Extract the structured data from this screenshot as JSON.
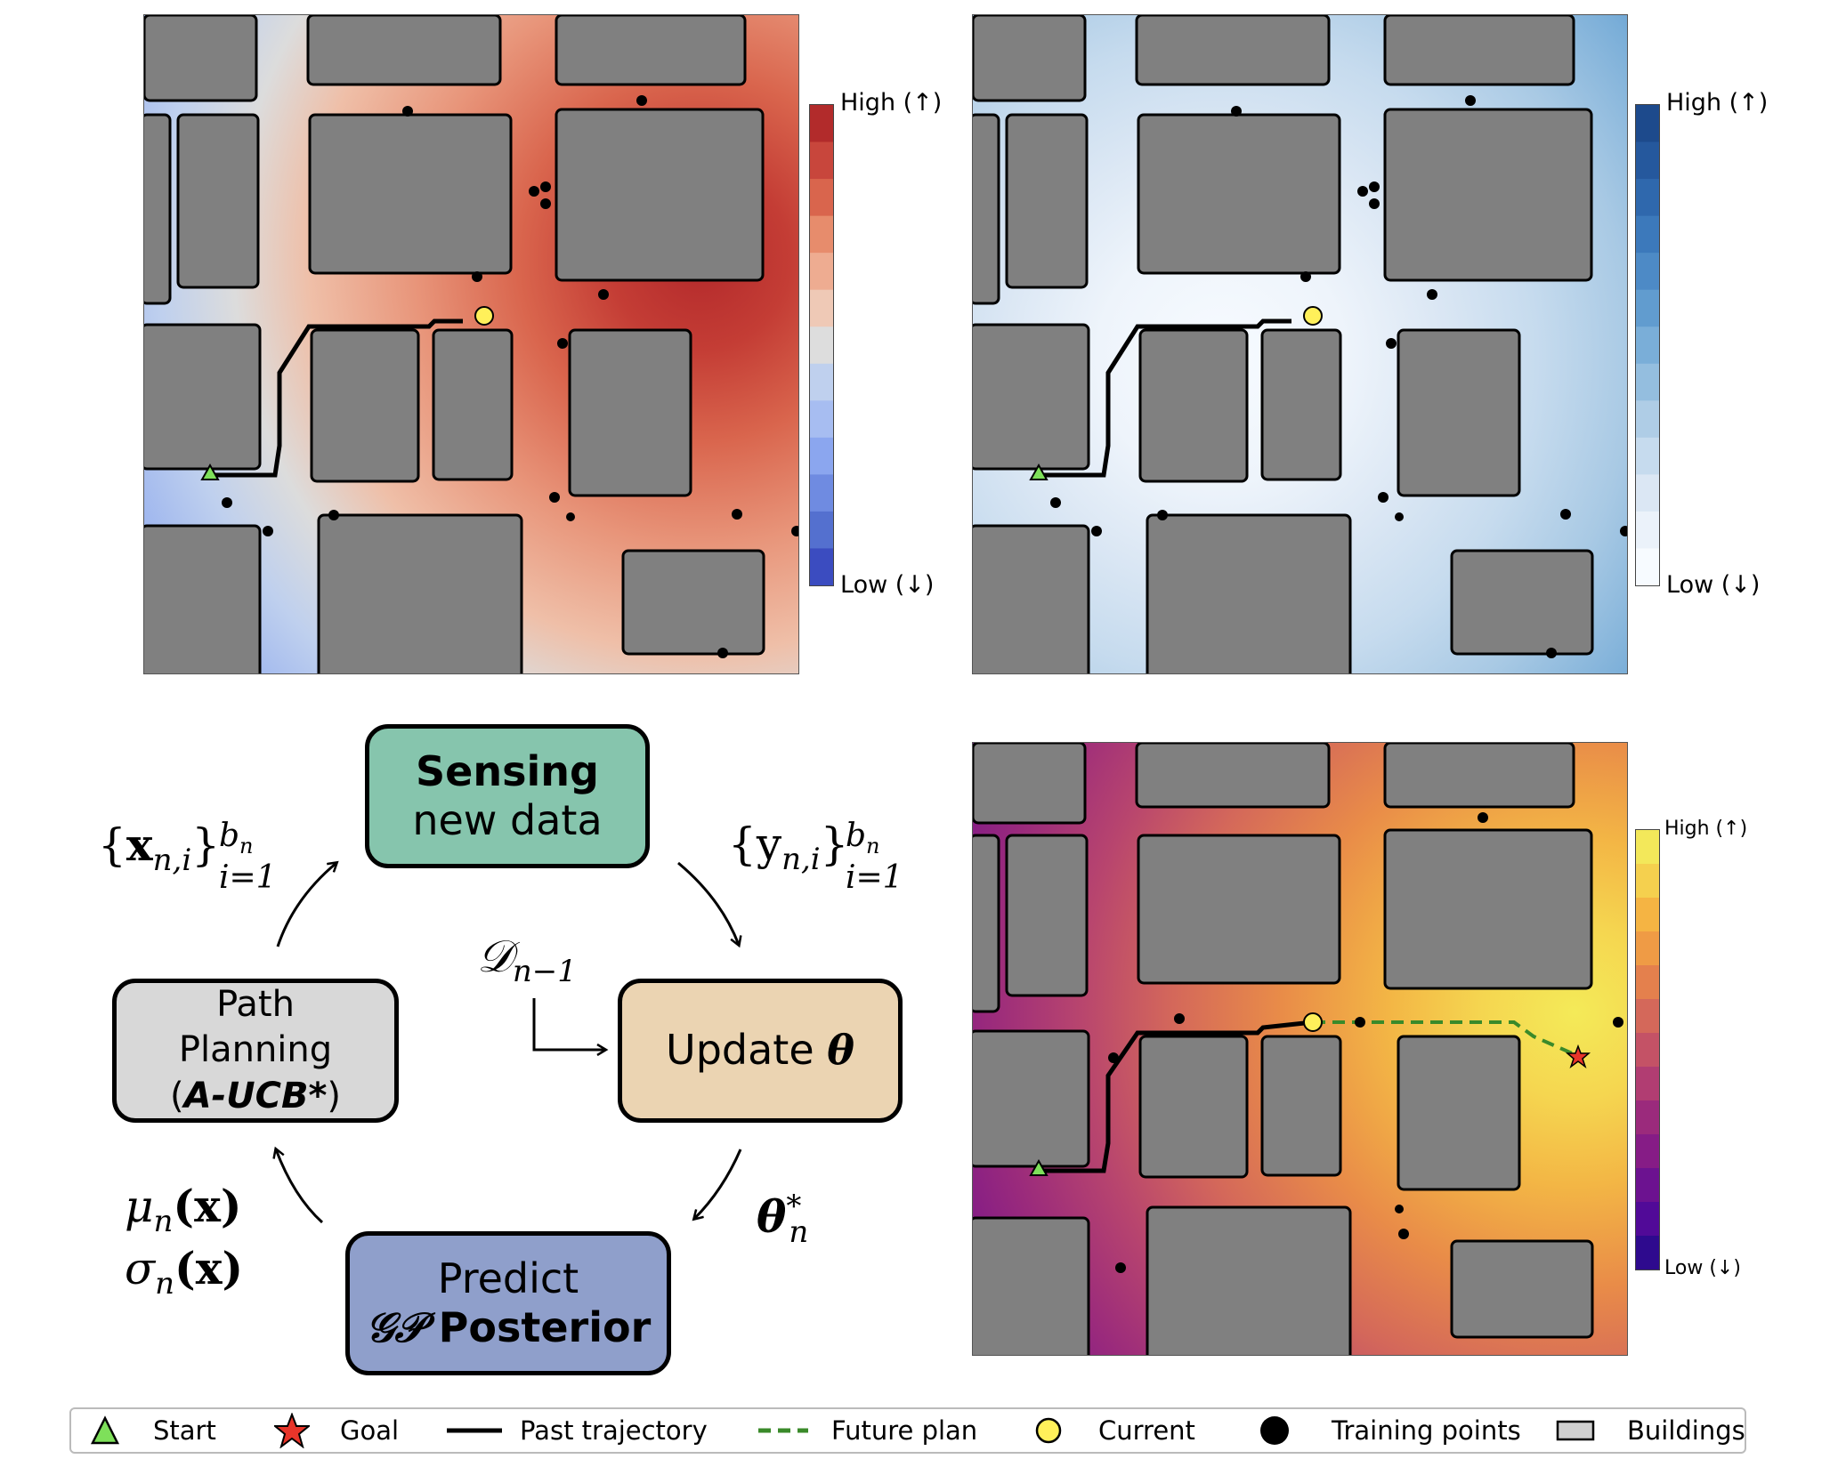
{
  "colorbars": {
    "top_left": {
      "high": "High (↑)",
      "low": "Low (↓)",
      "colors": [
        "#b22b2b",
        "#c8463c",
        "#d9654d",
        "#e78c6c",
        "#eeac91",
        "#efc9b6",
        "#dddddd",
        "#bfd0ee",
        "#a7bdf1",
        "#8ba6ef",
        "#6f8be1",
        "#5470cf",
        "#3b4cc0"
      ]
    },
    "top_right": {
      "high": "High (↑)",
      "low": "Low (↓)",
      "colors": [
        "#1d4a8c",
        "#25589d",
        "#2f68ad",
        "#3c79bb",
        "#4d8ac6",
        "#619ccf",
        "#7aaed8",
        "#94bedf",
        "#afcde6",
        "#c6dbee",
        "#dbe7f4",
        "#ebf2fa",
        "#f7fbff"
      ]
    },
    "bottom_right": {
      "high": "High (↑)",
      "low": "Low (↓)",
      "colors": [
        "#f3e85a",
        "#f5d04e",
        "#f5b443",
        "#ef9b45",
        "#e4804d",
        "#d4685a",
        "#c45266",
        "#b13d72",
        "#9b2a7c",
        "#861c86",
        "#6c1290",
        "#510a98",
        "#2e0a8e"
      ]
    }
  },
  "maps": {
    "top_left_colors": {
      "hot": "#c23c35",
      "mid": "#eaa58a",
      "neutral": "#dcdcdc",
      "cool": "#b1c5f1",
      "cold": "#5a73d6"
    },
    "top_right_colors": {
      "pale": "#f2f7fc",
      "light": "#c9dcee",
      "mid": "#8db8dc",
      "deep": "#4b87c4"
    },
    "bottom_right_colors": {
      "yellow": "#f4e655",
      "orange": "#f0a84a",
      "pink": "#d0605e",
      "magenta": "#9f2c7a",
      "purple": "#5b0e96"
    },
    "building_color": "#808080",
    "start_color": "#7ee05a",
    "current_color": "#fff05a",
    "goal_color": "#e8352a",
    "future_plan_color": "#3a8a2a"
  },
  "diagram": {
    "sensing": {
      "line1": "Sensing",
      "line2": "new data"
    },
    "update": {
      "text": "Update",
      "symbol": "θ"
    },
    "predict": {
      "line1": "Predict",
      "gp": "𝒢𝒫",
      "posterior": "Posterior"
    },
    "path": {
      "line1": "Path",
      "line2": "Planning",
      "line3_open": "(",
      "line3_em": "A-UCB*",
      "line3_close": ")"
    },
    "x_set": {
      "brace_open": "{",
      "var": "x",
      "sub": "n,i",
      "brace_close": "}",
      "sup": "b",
      "sup_sub": "n",
      "lower": "i=1"
    },
    "y_set": {
      "brace_open": "{",
      "var": "y",
      "sub": "n,i",
      "brace_close": "}",
      "sup": "b",
      "sup_sub": "n",
      "lower": "i=1"
    },
    "dataset": {
      "sym": "𝒟",
      "sub": "n−1"
    },
    "theta_star": {
      "sym": "θ",
      "sup": "*",
      "sub": "n"
    },
    "mu": {
      "sym": "μ",
      "sub": "n",
      "arg": "(x)"
    },
    "sigma": {
      "sym": "σ",
      "sub": "n",
      "arg": "(x)"
    }
  },
  "legend": {
    "start": "Start",
    "goal": "Goal",
    "past": "Past trajectory",
    "future": "Future plan",
    "current": "Current",
    "training": "Training points",
    "buildings": "Buildings"
  }
}
